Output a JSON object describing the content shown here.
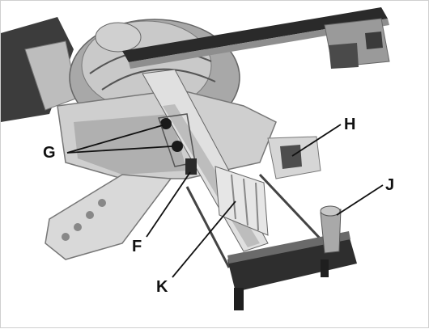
{
  "callouts": {
    "g": "G",
    "h": "H",
    "j": "J",
    "f": "F",
    "k": "K"
  },
  "colors": {
    "dark_gray": "#4a4a4a",
    "mid_gray": "#9a9a9a",
    "light_gray": "#d8d8d8",
    "black": "#1a1a1a"
  }
}
